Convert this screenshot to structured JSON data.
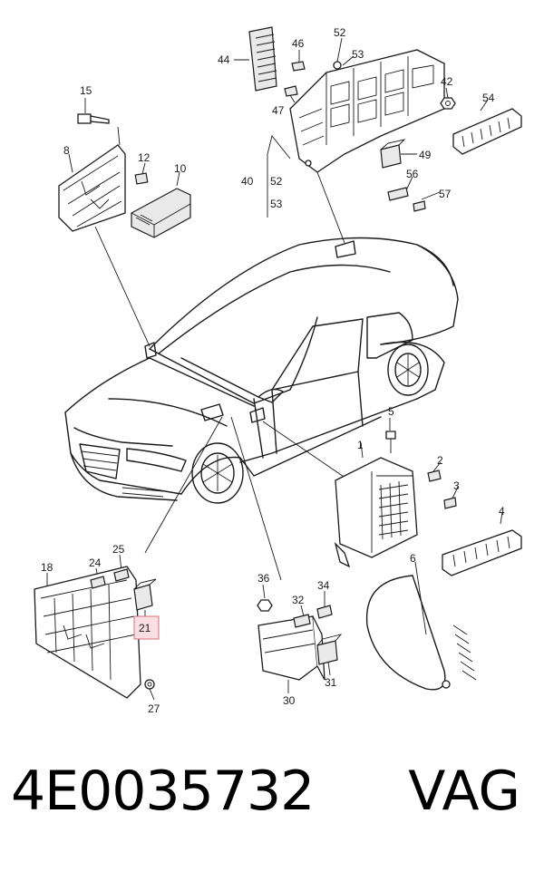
{
  "part_number": "4E0035732",
  "brand": "VAG",
  "highlight": {
    "label": "21",
    "color": "#f9dfe3"
  },
  "labels": {
    "n15": "15",
    "n8": "8",
    "n12": "12",
    "n10": "10",
    "n44": "44",
    "n46": "46",
    "n47": "47",
    "n52a": "52",
    "n53a": "53",
    "n42": "42",
    "n54": "54",
    "n49": "49",
    "n40": "40",
    "n52b": "52",
    "n53b": "53",
    "n56": "56",
    "n57": "57",
    "n5": "5",
    "n1": "1",
    "n2": "2",
    "n3": "3",
    "n4": "4",
    "n18": "18",
    "n24": "24",
    "n25": "25",
    "n27": "27",
    "n36": "36",
    "n32": "32",
    "n34": "34",
    "n31": "31",
    "n30": "30",
    "n6": "6"
  }
}
